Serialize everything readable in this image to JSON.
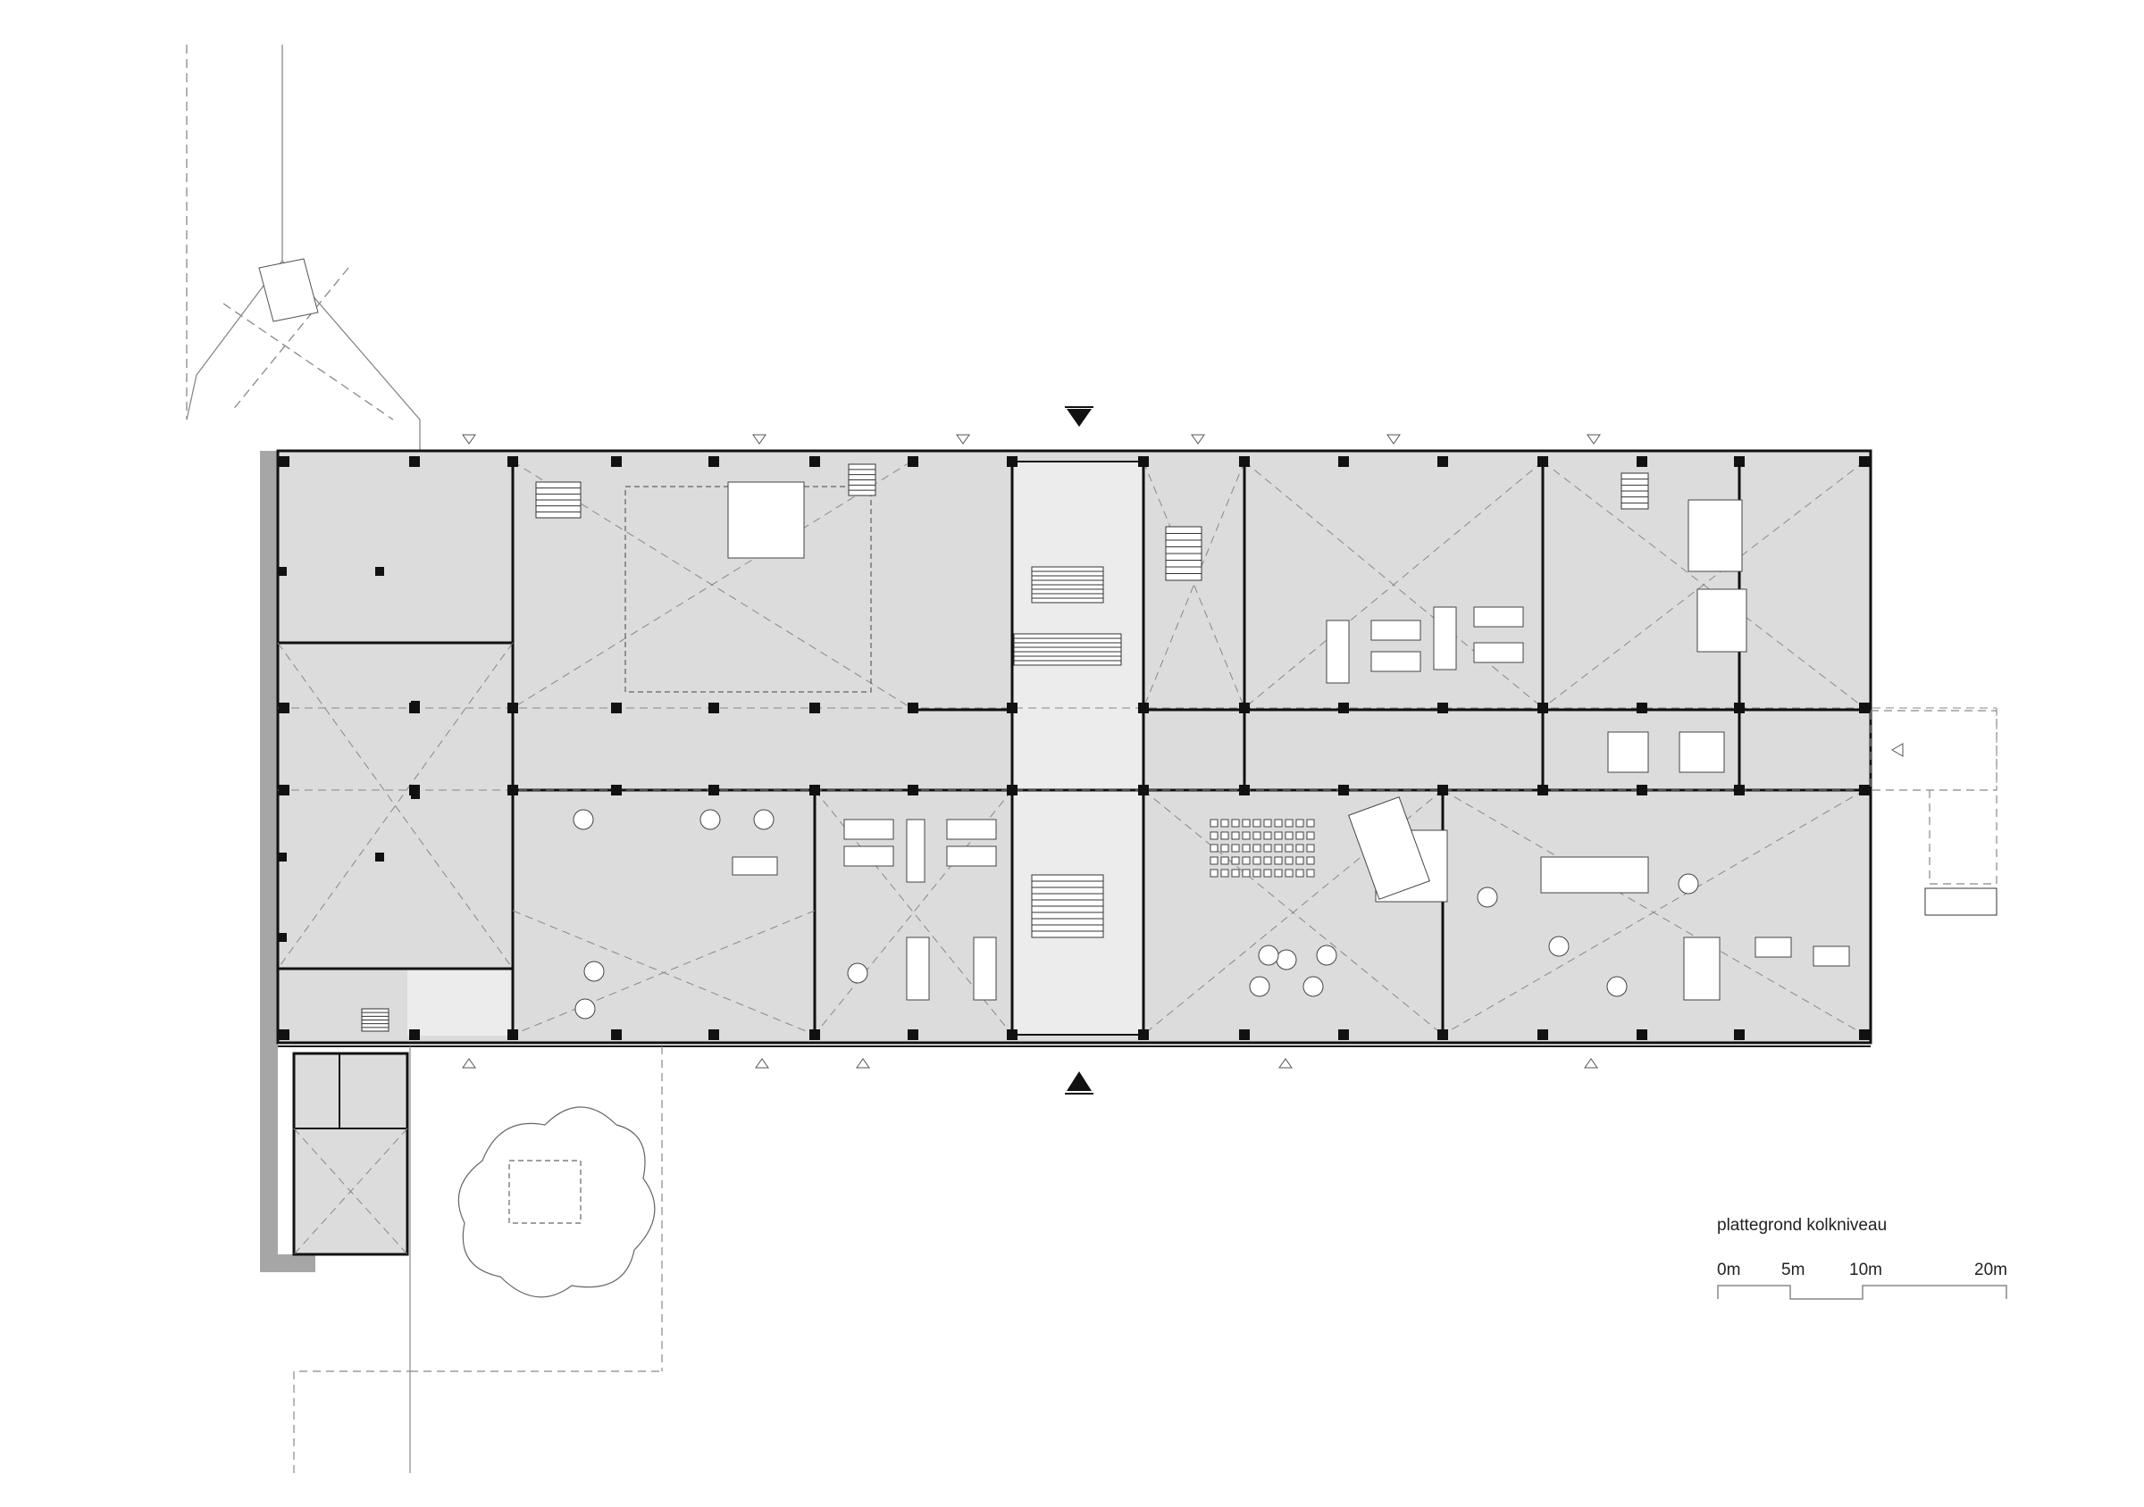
{
  "drawing": {
    "title": "plattegrond kolkniveau",
    "scale_bar": {
      "unit": "m",
      "labels": [
        "0m",
        "5m",
        "10m",
        "20m"
      ],
      "values": [
        0,
        5,
        10,
        20
      ]
    },
    "colors": {
      "floor": "#dcdcdc",
      "corridor": "#ececec",
      "wall": "#111111",
      "outer_wall": "#a6a6a6",
      "line": "#777777"
    }
  }
}
